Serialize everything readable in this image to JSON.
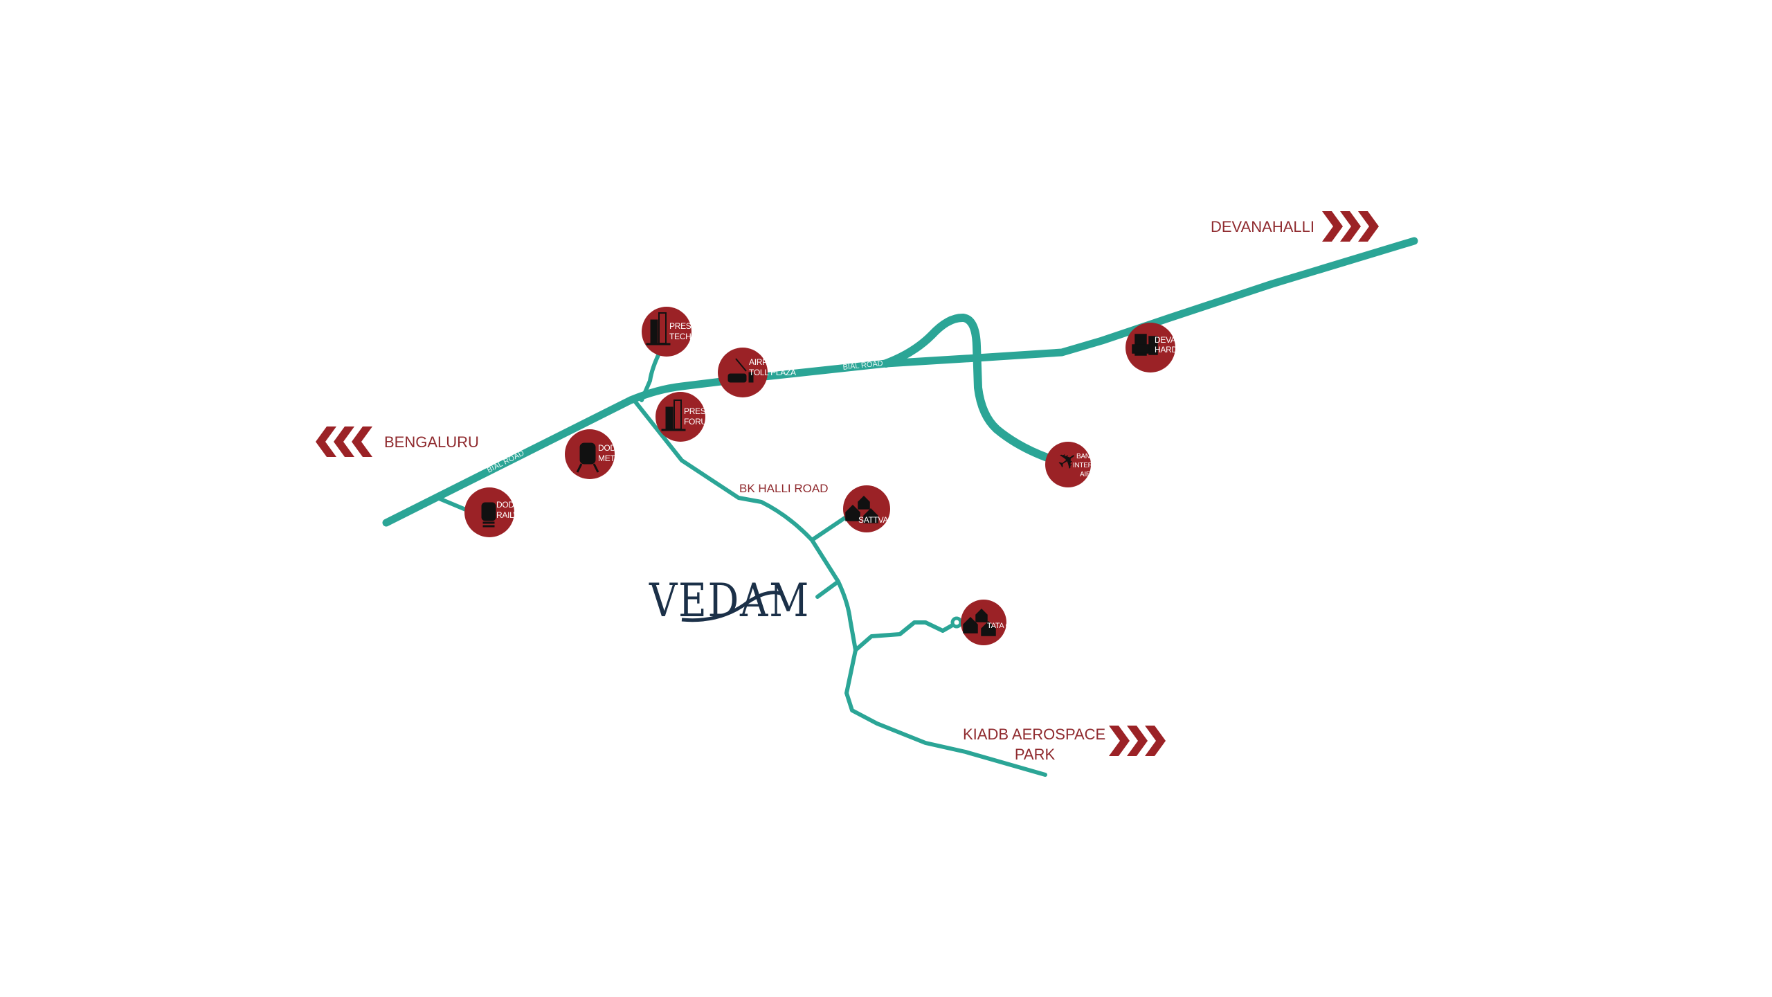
{
  "colors": {
    "road": "#2ba596",
    "landmark": "#9b2226",
    "label": "#8f2a2e",
    "logo": "#1b3048"
  },
  "logo": {
    "text": "VEDAM"
  },
  "roads": {
    "bial_road_1": "BIAL ROAD",
    "bial_road_2": "BIAL ROAD",
    "bk_halli_road": "BK HALLI ROAD"
  },
  "directions": {
    "devanahalli": {
      "label": "DEVANAHALLI",
      "icon": "chevrons-right-icon"
    },
    "bengaluru": {
      "label": "BENGALURU",
      "icon": "chevrons-left-icon"
    },
    "kiadb": {
      "line1": "KIADB AEROSPACE",
      "line2": "PARK",
      "icon": "chevrons-right-icon"
    }
  },
  "landmarks": [
    {
      "line1": "PRESTIGE",
      "line2": "TECH CLOUD",
      "icon": "building-icon"
    },
    {
      "line1": "AIRPORT",
      "line2": "TOLL PLAZA",
      "icon": "toll-gate-car-icon"
    },
    {
      "line1": "PRESTIGE",
      "line2": "FORUM MALL",
      "icon": "building-icon"
    },
    {
      "line1": "DODDAJALA",
      "line2": "METRO STATION",
      "icon": "metro-train-icon"
    },
    {
      "line1": "DODDAJALA",
      "line2": "RAILWAY STATION",
      "icon": "train-icon"
    },
    {
      "line1": "SATTVA SERENE LIFE",
      "icon": "houses-icon"
    },
    {
      "line1": "TATA ONE PROJECT",
      "icon": "houses-icon"
    },
    {
      "line1": "BANGALORE",
      "line2": "INTERNATIONAL",
      "line3": "AIRPORT",
      "icon": "airplane-icon"
    },
    {
      "line1": "DEVANAHALLI",
      "line2": "HARDWARE PARK",
      "icon": "hardware-icon"
    }
  ]
}
